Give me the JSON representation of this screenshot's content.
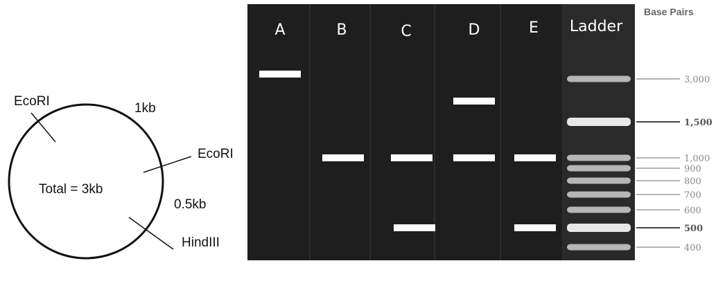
{
  "plasmid_map": {
    "center_label": "Total = 3kb",
    "sites": [
      {
        "name": "EcoRI",
        "role": "site-top-left"
      },
      {
        "name": "EcoRI",
        "role": "site-right"
      },
      {
        "name": "HindIII",
        "role": "site-bottom-right"
      }
    ],
    "distances": [
      "1kb",
      "0.5kb"
    ]
  },
  "gel": {
    "background": "#1e1e1e",
    "band_color": "#ffffff",
    "lanes": [
      {
        "label": "A",
        "bands_bp": [
          3500
        ]
      },
      {
        "label": "B",
        "bands_bp": [
          1000
        ]
      },
      {
        "label": "C",
        "bands_bp": [
          1000,
          500
        ]
      },
      {
        "label": "D",
        "bands_bp": [
          2000,
          1000
        ]
      },
      {
        "label": "E",
        "bands_bp": [
          1000,
          500
        ]
      }
    ],
    "ladder": {
      "label": "Ladder",
      "title": "Base Pairs",
      "markers": [
        {
          "bp": 3000,
          "label": "3,000",
          "bold": false
        },
        {
          "bp": 1500,
          "label": "1,500",
          "bold": true
        },
        {
          "bp": 1000,
          "label": "1,000",
          "bold": false
        },
        {
          "bp": 900,
          "label": "900",
          "bold": false
        },
        {
          "bp": 800,
          "label": "800",
          "bold": false
        },
        {
          "bp": 700,
          "label": "700",
          "bold": false
        },
        {
          "bp": 600,
          "label": "600",
          "bold": false
        },
        {
          "bp": 500,
          "label": "500",
          "bold": true
        },
        {
          "bp": 400,
          "label": "400",
          "bold": false
        }
      ]
    }
  }
}
